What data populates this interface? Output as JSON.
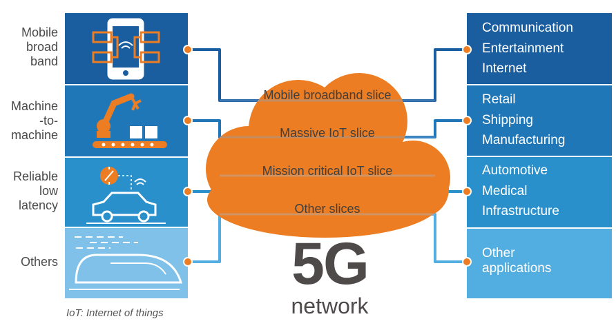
{
  "left_categories": [
    {
      "label": "Mobile\nbroad\nband",
      "icon": "smartphone-network-icon",
      "color": "#1a5ea0"
    },
    {
      "label": "Machine\n-to-\nmachine",
      "icon": "robot-arm-conveyor-icon",
      "color": "#1f77b8"
    },
    {
      "label": "Reliable\nlow\nlatency",
      "icon": "connected-car-icon",
      "color": "#2a90cc"
    },
    {
      "label": "Others",
      "icon": "high-speed-train-icon",
      "color": "#7fc1e8"
    }
  ],
  "slices": [
    "Mobile broadband slice",
    "Massive IoT slice",
    "Mission critical IoT slice",
    "Other slices"
  ],
  "applications": [
    {
      "text": "Communication\nEntertainment\nInternet",
      "color": "#1a5ea0"
    },
    {
      "text": "Retail\nShipping\nManufacturing",
      "color": "#1f77b8"
    },
    {
      "text": "Automotive\nMedical\nInfrastructure",
      "color": "#2a90cc"
    },
    {
      "text": "Other\napplications",
      "color": "#52aee0"
    }
  ],
  "network_title": "5G",
  "network_subtitle": "network",
  "footnote": "IoT: Internet of things",
  "colors": {
    "cloud": "#ec7d22",
    "dot": "#ec7d22",
    "line": "#4a8fd0",
    "text": "#4a4a4a"
  }
}
